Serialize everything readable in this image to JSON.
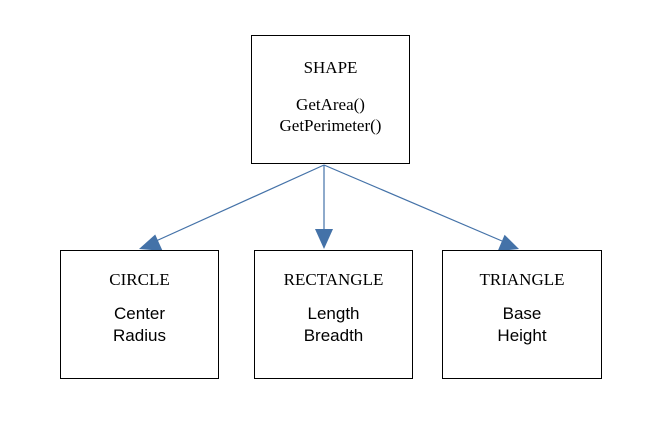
{
  "diagram": {
    "edge_color": "#4472a8",
    "root": {
      "title": "SHAPE",
      "lines": [
        "GetArea()",
        "GetPerimeter()"
      ]
    },
    "children": [
      {
        "title": "CIRCLE",
        "lines": [
          "Center",
          "Radius"
        ]
      },
      {
        "title": "RECTANGLE",
        "lines": [
          "Length",
          "Breadth"
        ]
      },
      {
        "title": "TRIANGLE",
        "lines": [
          "Base",
          "Height"
        ]
      }
    ]
  }
}
